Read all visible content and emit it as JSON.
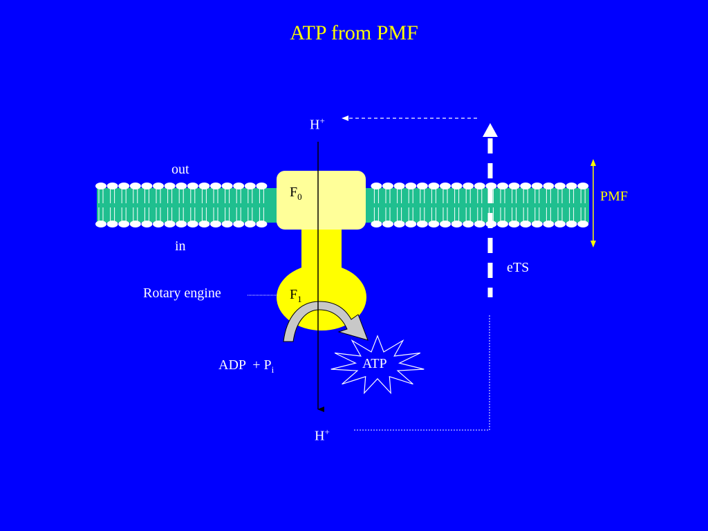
{
  "title": "ATP from PMF",
  "labels": {
    "h_plus_top": "H",
    "h_plus_top_sup": "+",
    "h_plus_bottom": "H",
    "h_plus_bottom_sup": "+",
    "out": "out",
    "in": "in",
    "f0": "F",
    "f0_sub": "0",
    "f1": "F",
    "f1_sub": "1",
    "pmf": "PMF",
    "ets": "eTS",
    "rotary_engine": "Rotary engine",
    "adp": "ADP  + P",
    "adp_sub": "i",
    "atp": "ATP"
  },
  "colors": {
    "background": "#0000FF",
    "title": "#FFFF00",
    "membrane": "#1FBF8F",
    "f0_fill": "#FFFF99",
    "f1_fill": "#FFFF00",
    "text": "#FFFFFF",
    "pmf": "#FFFF00"
  },
  "icons": {
    "membrane": "lipid-bilayer",
    "curved_arrow": "rotation-arrow-icon",
    "starburst": "starburst-icon"
  }
}
